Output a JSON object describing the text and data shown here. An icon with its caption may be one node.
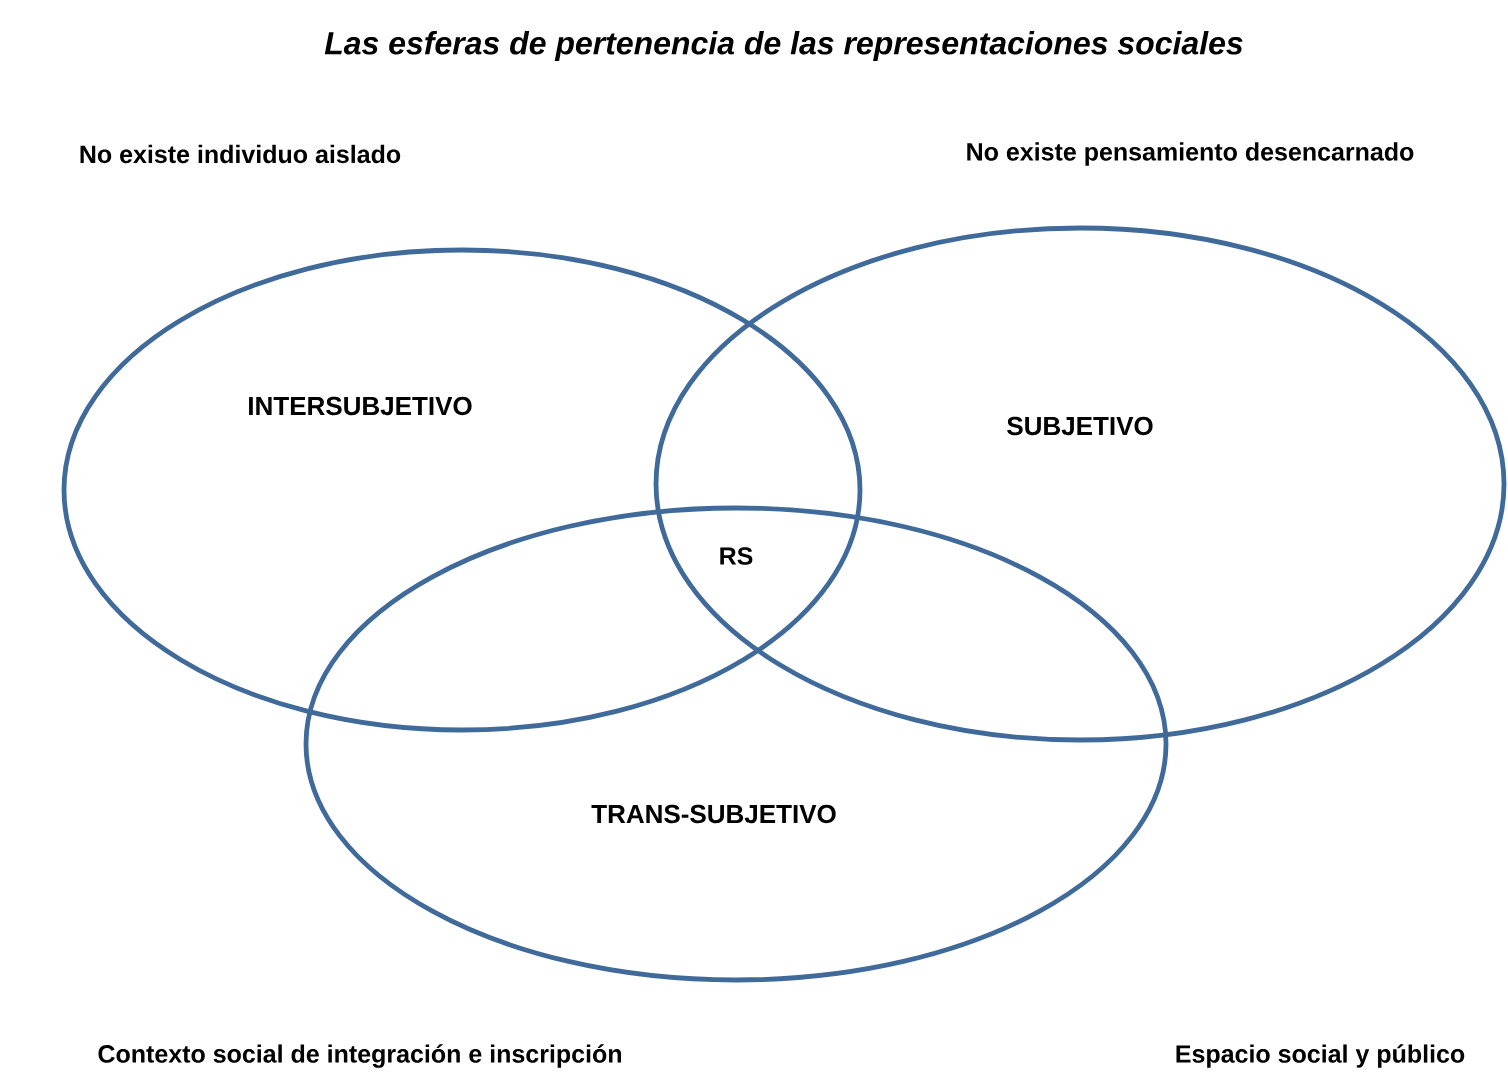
{
  "diagram": {
    "title": "Las esferas de pertenencia de las representaciones sociales",
    "nodes": [
      {
        "text": [
          "INTERSUBJETIVO"
        ]
      },
      {
        "text": [
          "SUBJETIVO"
        ]
      },
      {
        "text": [
          "TRANS-SUBJETIVO"
        ]
      }
    ],
    "labels": [
      "No existe individuo aislado",
      "No existe pensamiento desencarnado",
      "RS",
      "Contexto social de integración e inscripción",
      "Espacio social y público"
    ]
  }
}
